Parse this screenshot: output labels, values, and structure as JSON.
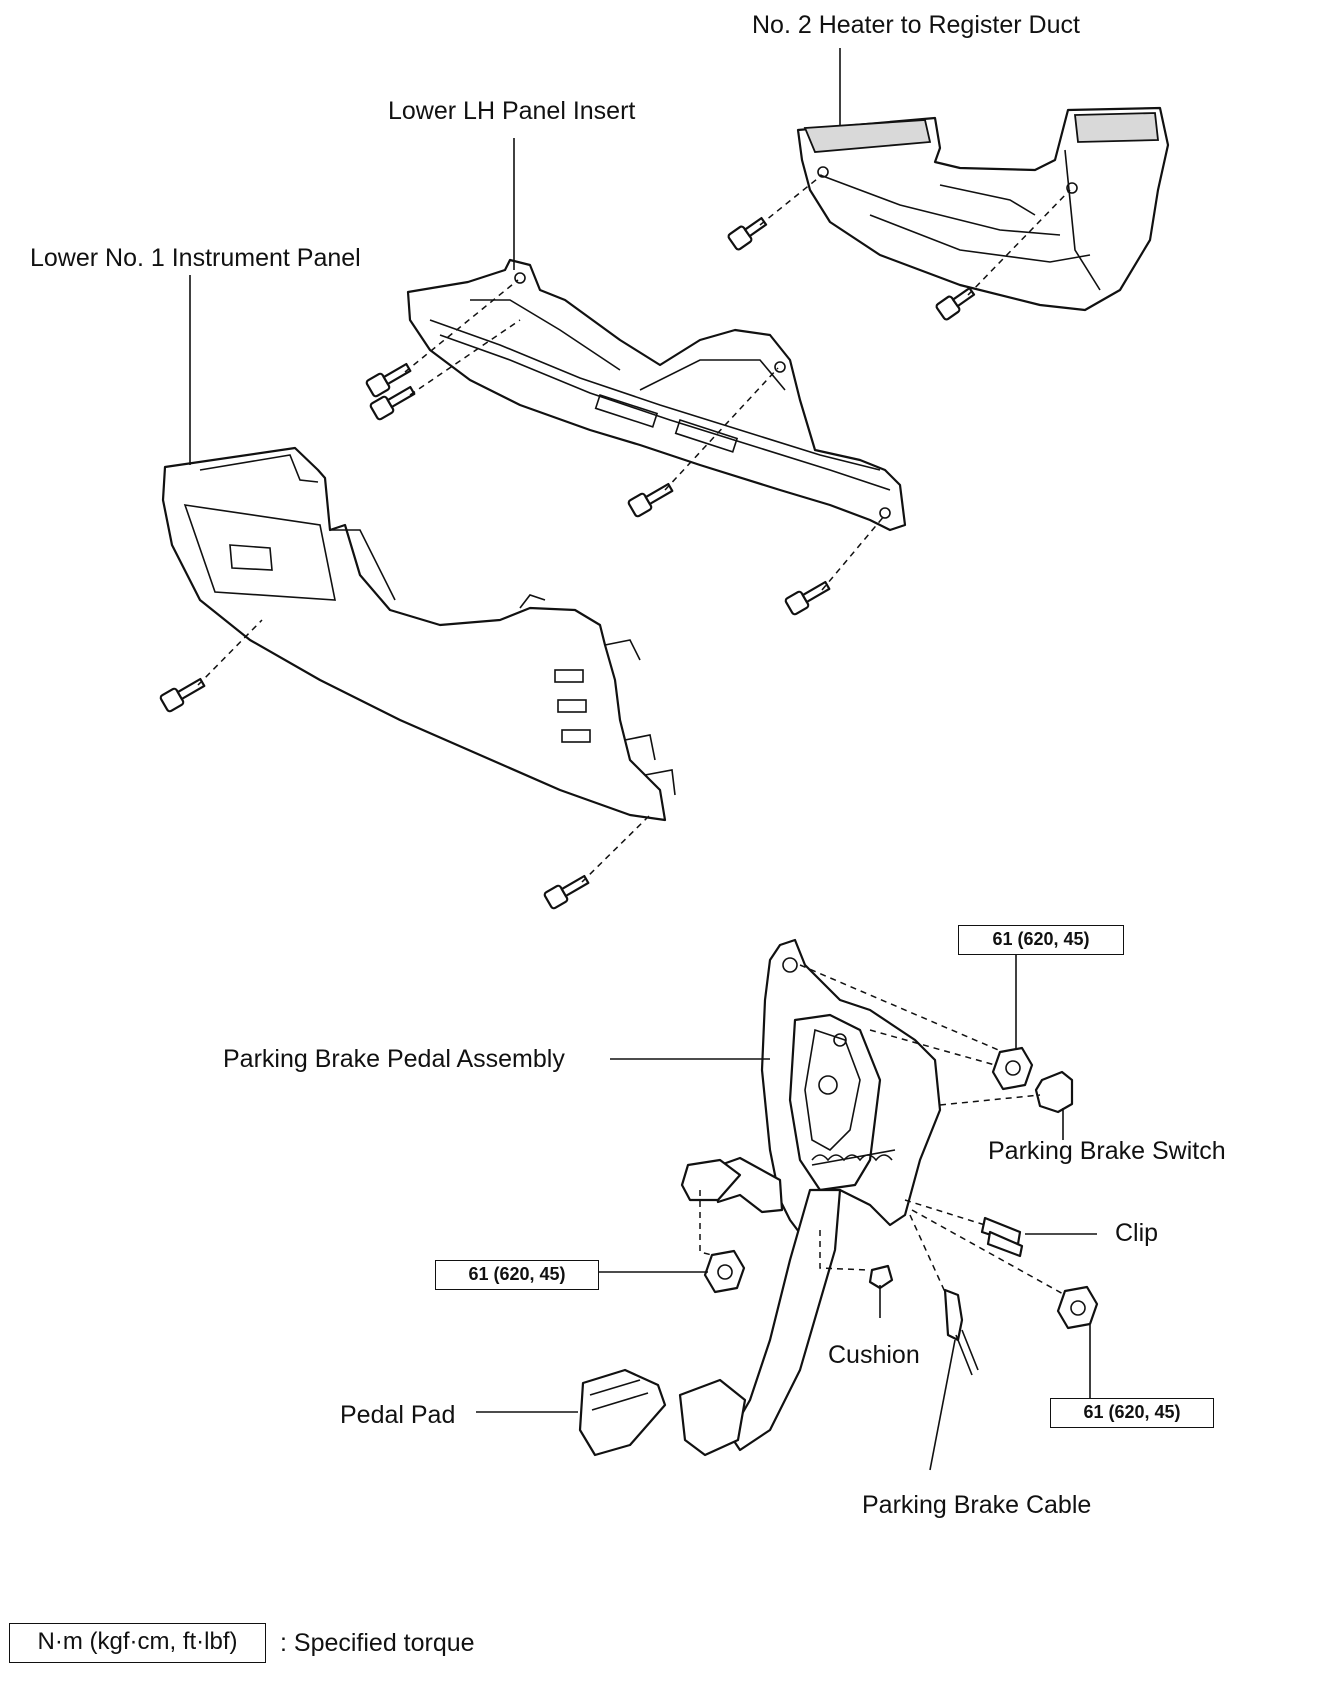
{
  "labels": {
    "heater_duct": "No. 2 Heater to Register Duct",
    "lh_panel_insert": "Lower LH Panel Insert",
    "instrument_panel": "Lower No. 1 Instrument Panel",
    "pedal_assembly": "Parking Brake Pedal Assembly",
    "brake_switch": "Parking Brake Switch",
    "clip": "Clip",
    "cushion": "Cushion",
    "pedal_pad": "Pedal Pad",
    "brake_cable": "Parking Brake Cable"
  },
  "torque": {
    "top": "61 (620, 45)",
    "left": "61 (620, 45)",
    "right": "61 (620, 45)"
  },
  "legend": {
    "unit": "N·m (kgf·cm, ft·lbf)",
    "description": ": Specified torque"
  }
}
